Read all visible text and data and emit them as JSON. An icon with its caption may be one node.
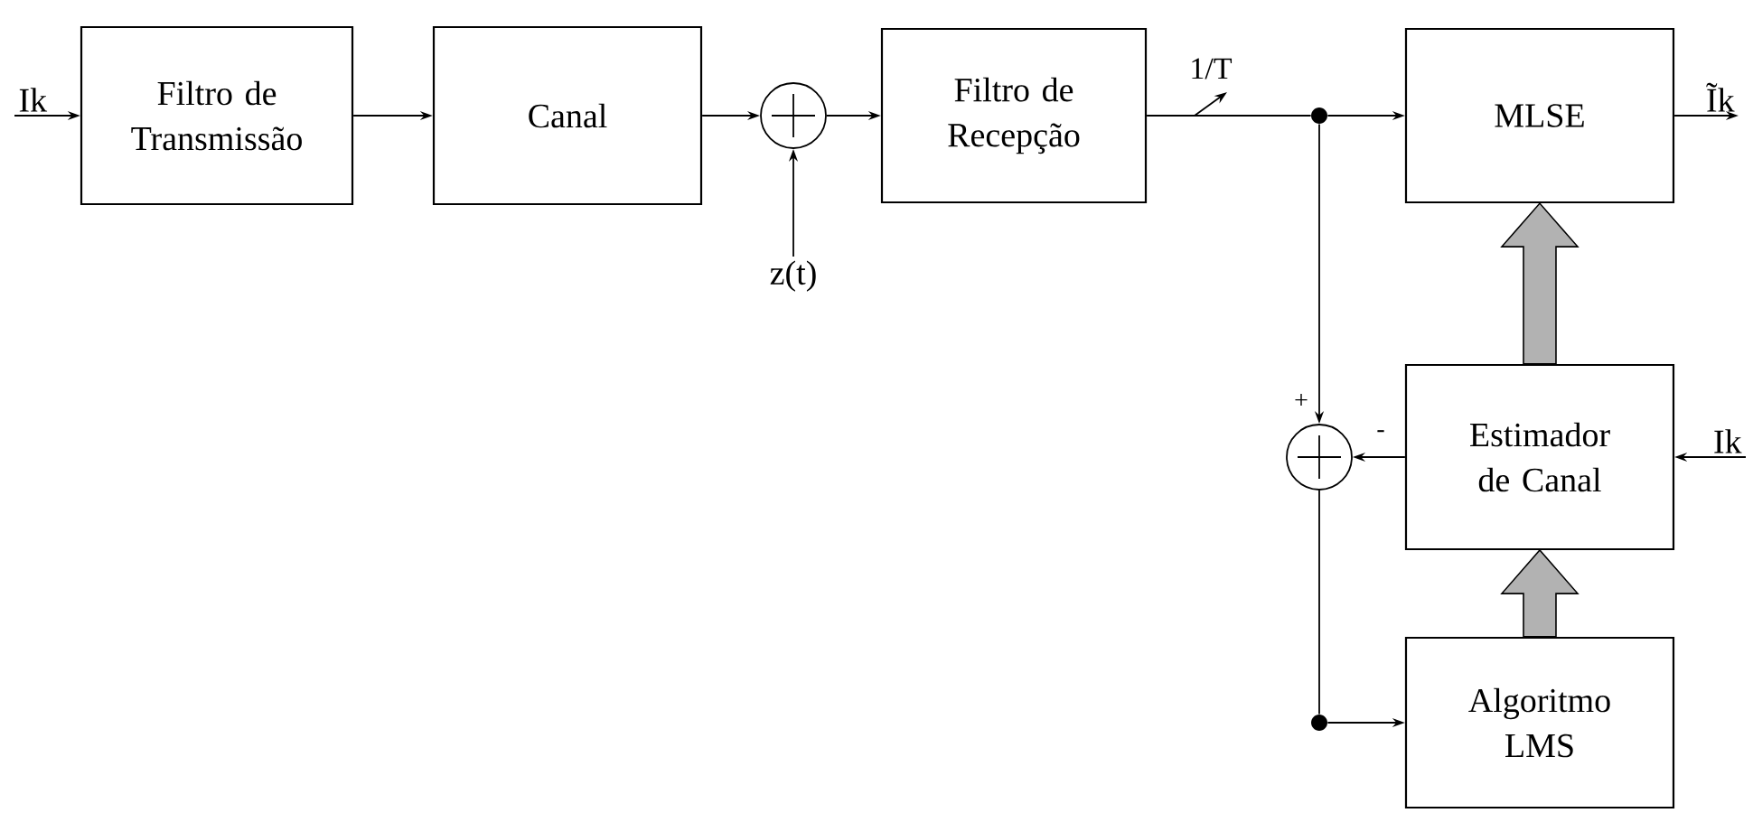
{
  "diagram": {
    "nodes": [
      {
        "text": [
          "Ik"
        ]
      },
      {
        "text": [
          "Filtro de Transmissão"
        ]
      },
      {
        "text": [
          "Canal"
        ]
      },
      {
        "text": [],
        "shape": "circle"
      },
      {
        "text": [
          "z(t)"
        ]
      },
      {
        "text": [
          "Filtro de Recepção"
        ]
      },
      {
        "text": [],
        "shape": "circle"
      },
      {
        "text": [
          "MLSE"
        ]
      },
      {
        "text": [
          "Ĩk"
        ]
      },
      {
        "text": [
          "Estimador de Canal"
        ]
      },
      {
        "text": [
          "Ik"
        ]
      },
      {
        "text": [],
        "shape": "circle"
      },
      {
        "text": [],
        "shape": "circle"
      },
      {
        "text": [
          "Algoritmo LMS"
        ]
      }
    ],
    "edges": [
      {
        "from": 0,
        "to": 1,
        "arrow": "to"
      },
      {
        "from": 1,
        "to": 2,
        "arrow": "to"
      },
      {
        "from": 2,
        "to": 3,
        "arrow": "to"
      },
      {
        "from": 4,
        "to": 3,
        "arrow": "to"
      },
      {
        "from": 3,
        "to": 5,
        "arrow": "to"
      },
      {
        "from": 5,
        "to": 6,
        "arrow": "none"
      },
      {
        "from": 6,
        "to": 7,
        "arrow": "to"
      },
      {
        "from": 7,
        "to": 8,
        "arrow": "to"
      },
      {
        "from": 6,
        "to": 11,
        "arrow": "to"
      },
      {
        "from": 9,
        "to": 11,
        "arrow": "to"
      },
      {
        "from": 10,
        "to": 9,
        "arrow": "to"
      },
      {
        "from": 11,
        "to": 12,
        "arrow": "none"
      },
      {
        "from": 12,
        "to": 13,
        "arrow": "to"
      },
      {
        "from": 9,
        "to": 7,
        "arrow": "to",
        "style": "thick"
      },
      {
        "from": 13,
        "to": 9,
        "arrow": "to",
        "style": "thick"
      }
    ],
    "labels": [
      "1/T",
      "+",
      "-"
    ]
  }
}
